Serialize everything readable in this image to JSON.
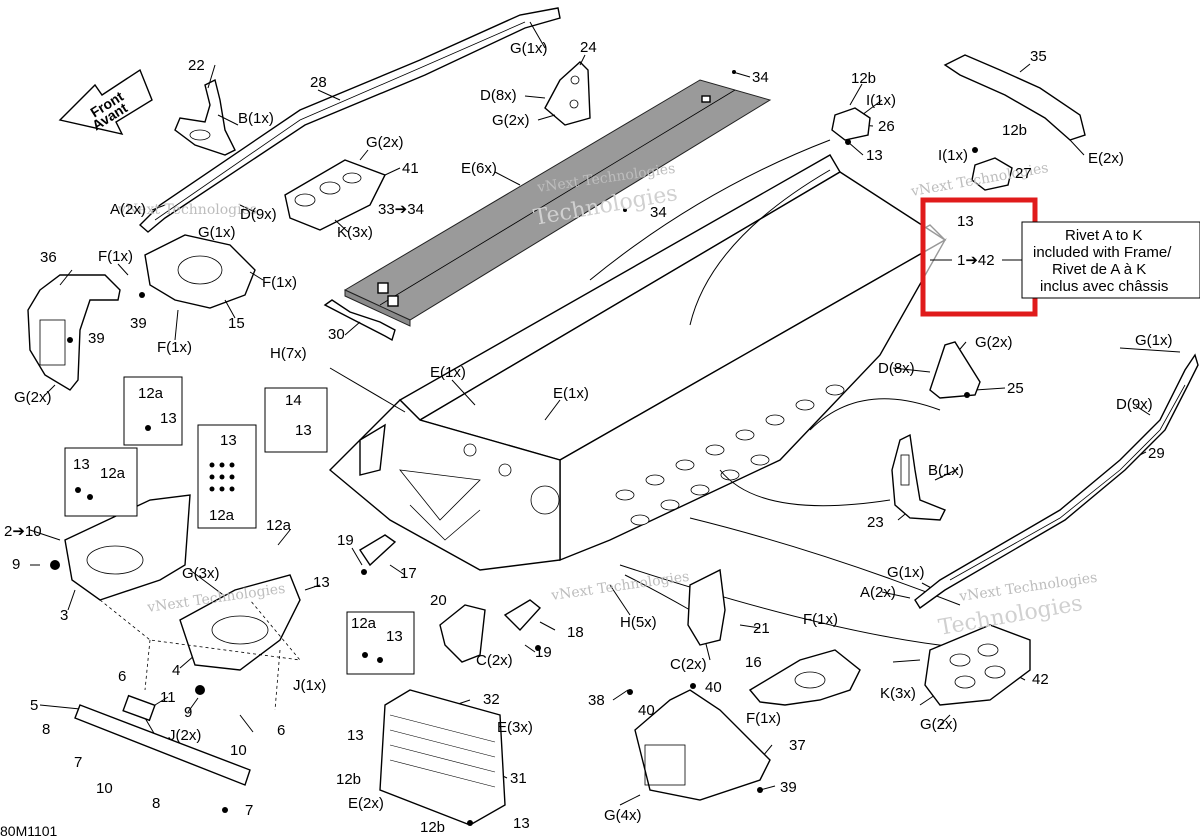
{
  "diagram": {
    "front_arrow": {
      "line1": "Front",
      "line2": "Avant"
    },
    "drawing_code": "80M1101",
    "highlight_color": "#e01b1b",
    "note": {
      "line1": "Rivet A to K",
      "line2": "included with Frame/",
      "line3": "Rivet de A à K",
      "line4": "inclus avec châssis"
    },
    "highlight": {
      "top": "13",
      "range": "1➔42"
    },
    "watermark": {
      "line1": "vNext Technologies",
      "line2": "Technologies"
    },
    "labels": {
      "l22": "22",
      "l28": "28",
      "lG1top": "G(1x)",
      "l24": "24",
      "lD8a": "D(8x)",
      "lG2a": "G(2x)",
      "l34a": "34",
      "l12b_a": "12b",
      "lI1a": "I(1x)",
      "l26": "26",
      "l13a": "13",
      "l35": "35",
      "lE2a": "E(2x)",
      "l12b_b": "12b",
      "lI1b": "I(1x)",
      "l27": "27",
      "lB1a": "B(1x)",
      "lG2b": "G(2x)",
      "l41": "41",
      "lE6": "E(6x)",
      "l33_34": "33➔34",
      "l34b": "34",
      "lA2a": "A(2x)",
      "lD9a": "D(9x)",
      "lK3a": "K(3x)",
      "lG1b": "G(1x)",
      "l36": "36",
      "lF1a": "F(1x)",
      "lF1b": "F(1x)",
      "l39a": "39",
      "l15": "15",
      "lF1c": "F(1x)",
      "l39b": "39",
      "lG2c": "G(2x)",
      "l30": "30",
      "lH7": "H(7x)",
      "lE1a": "E(1x)",
      "lE1b": "E(1x)",
      "lG1c": "G(1x)",
      "lD9b": "D(9x)",
      "lG2d": "G(2x)",
      "lD8b": "D(8x)",
      "l25": "25",
      "l29": "29",
      "l12a_a": "12a",
      "l13b": "13",
      "l14": "14",
      "l13c": "13",
      "l13d": "13",
      "l13e": "13",
      "l12a_b": "12a",
      "l12a_c": "12a",
      "lB1b": "B(1x)",
      "l23": "23",
      "l2_10": "2➔10",
      "l9a": "9",
      "l3": "3",
      "lG3": "G(3x)",
      "l12a_d": "12a",
      "l13f": "13",
      "l19a": "19",
      "l17": "17",
      "l20": "20",
      "l12a_e": "12a",
      "l13g": "13",
      "lH5": "H(5x)",
      "l18": "18",
      "l19b": "19",
      "lC2a": "C(2x)",
      "l21": "21",
      "lC2b": "C(2x)",
      "lG1d": "G(1x)",
      "lA2b": "A(2x)",
      "lF1d": "F(1x)",
      "l16": "16",
      "lF1e": "F(1x)",
      "l4": "4",
      "l6a": "6",
      "lJ1": "J(1x)",
      "l5": "5",
      "l11": "11",
      "l9b": "9",
      "lJ2": "J(2x)",
      "l6b": "6",
      "l8a": "8",
      "l7a": "7",
      "l10a": "10",
      "l10b": "10",
      "l8b": "8",
      "l7b": "7",
      "l32": "32",
      "lE3": "E(3x)",
      "l13h": "13",
      "l31": "31",
      "l12b_c": "12b",
      "lE2b": "E(2x)",
      "l12b_d": "12b",
      "l13i": "13",
      "l38": "38",
      "l40a": "40",
      "l40b": "40",
      "l37": "37",
      "l39c": "39",
      "lG4": "G(4x)",
      "lK3b": "K(3x)",
      "l42": "42",
      "lG2e": "G(2x)"
    }
  }
}
